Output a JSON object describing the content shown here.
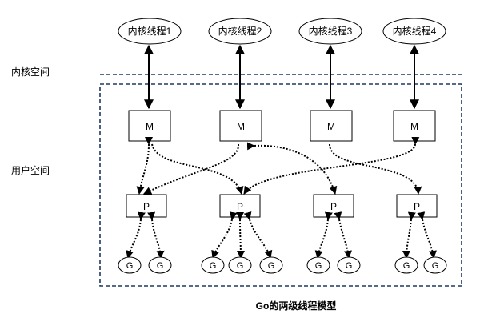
{
  "labels": {
    "kernel_space": "内核空间",
    "user_space": "用户空间",
    "caption": "Go的两级线程模型"
  },
  "kernel_threads": [
    "内核线程1",
    "内核线程2",
    "内核线程3",
    "内核线程4"
  ],
  "machines": [
    "M",
    "M",
    "M",
    "M"
  ],
  "processors": [
    "P",
    "P",
    "P",
    "P"
  ],
  "goroutine_groups": [
    [
      "G",
      "G"
    ],
    [
      "G",
      "G",
      "G"
    ],
    [
      "G",
      "G"
    ],
    [
      "G",
      "G"
    ]
  ],
  "colors": {
    "boundary": "#1f3864",
    "stroke": "#000000",
    "background": "#ffffff"
  }
}
